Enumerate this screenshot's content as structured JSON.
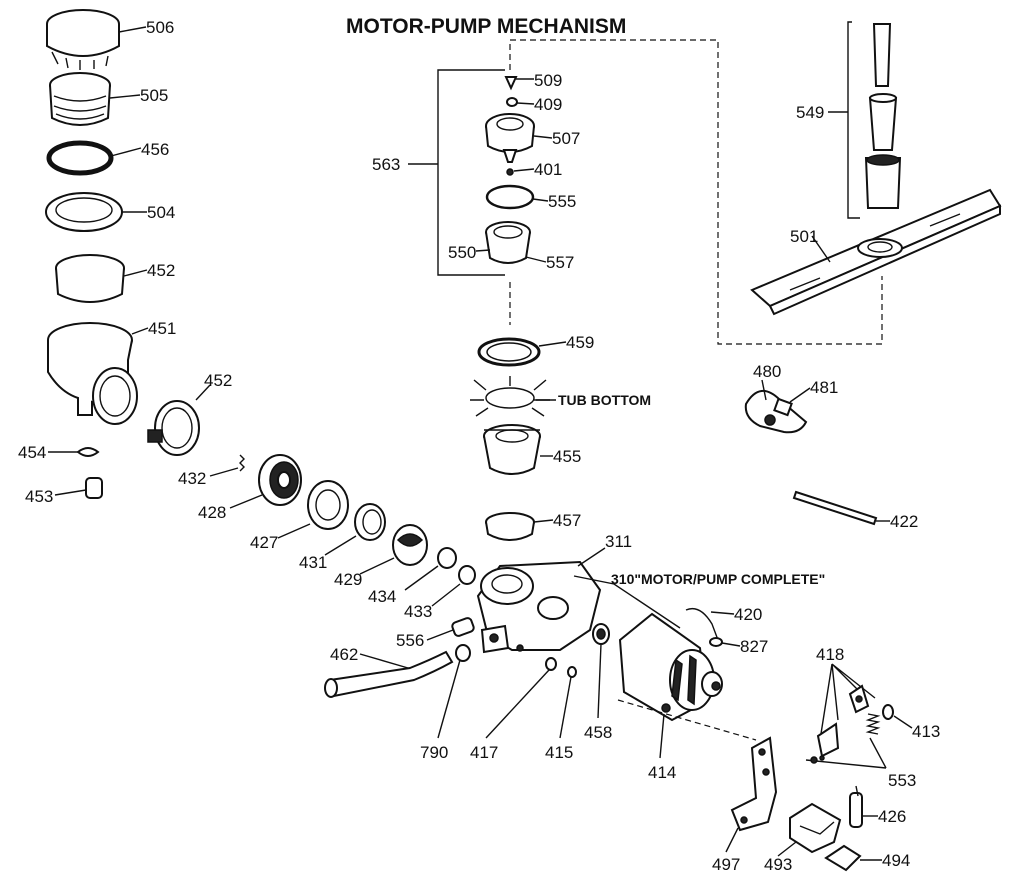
{
  "title": "MOTOR-PUMP MECHANISM",
  "captions": {
    "tub_bottom": "TUB BOTTOM",
    "motor_pump_complete": "310\"MOTOR/PUMP COMPLETE\""
  },
  "part_labels": {
    "p506": "506",
    "p505": "505",
    "p456": "456",
    "p504": "504",
    "p452a": "452",
    "p451": "451",
    "p452b": "452",
    "p454": "454",
    "p453": "453",
    "p432": "432",
    "p428": "428",
    "p427": "427",
    "p431": "431",
    "p429": "429",
    "p434": "434",
    "p433": "433",
    "p556": "556",
    "p462": "462",
    "p790": "790",
    "p417": "417",
    "p415": "415",
    "p458": "458",
    "p414": "414",
    "p509": "509",
    "p409": "409",
    "p507": "507",
    "p401": "401",
    "p555": "555",
    "p563": "563",
    "p550": "550",
    "p557": "557",
    "p459": "459",
    "p455": "455",
    "p457": "457",
    "p311": "311",
    "p420": "420",
    "p827": "827",
    "p549": "549",
    "p501": "501",
    "p480": "480",
    "p481": "481",
    "p422": "422",
    "p418": "418",
    "p413": "413",
    "p553": "553",
    "p426": "426",
    "p497": "497",
    "p493": "493",
    "p494": "494"
  }
}
